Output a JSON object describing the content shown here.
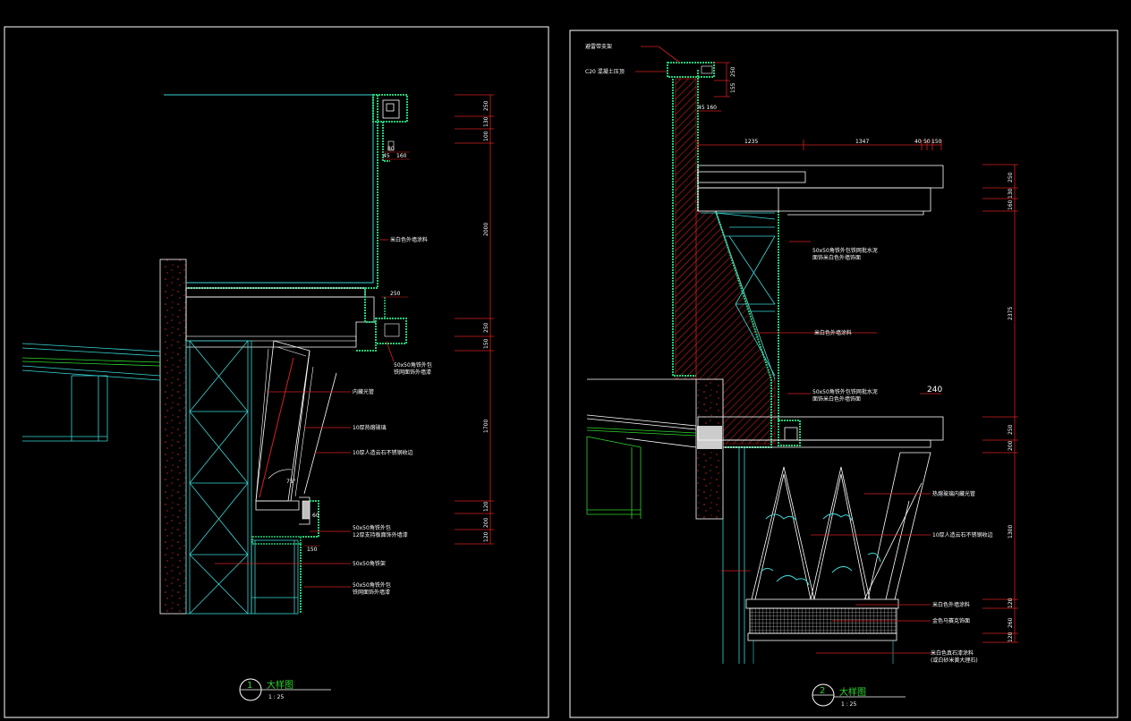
{
  "panel1": {
    "title_num": "1",
    "title": "大样图",
    "scale": "1 : 25",
    "dims_right": [
      "250",
      "130",
      "100",
      "2000",
      "250",
      "150",
      "1700",
      "120",
      "200",
      "120"
    ],
    "dims_top": [
      "80",
      "45",
      "160"
    ],
    "dim_250": "250",
    "dim_75": "75°",
    "dim_60": "60",
    "dim_150": "150",
    "labels": [
      "米白色外墙涂料",
      "50x50角铁外包",
      "铁网面饰外墙漆",
      "内藏光管",
      "10厚热熔玻璃",
      "10厚人造云石不锈钢收边",
      "50x50角铁外包",
      "12厚支持板面饰外墙漆",
      "50x50角铁架",
      "50x50角铁外包",
      "铁网面饰外墙漆"
    ]
  },
  "panel2": {
    "title_num": "2",
    "title": "大样图",
    "scale": "1 : 25",
    "top_labels": [
      "避雷带支架",
      "C20 混凝土压顶"
    ],
    "dims_top": [
      "250",
      "155"
    ],
    "dim_45160": "45 160",
    "dims_horiz": [
      "1235",
      "1347",
      "40",
      "50",
      "150"
    ],
    "dims_right": [
      "250",
      "130",
      "160",
      "2375",
      "250",
      "200",
      "1300",
      "120",
      "260",
      "120"
    ],
    "dim_240": "240",
    "labels": [
      "50x50角铁外包铁网批水泥",
      "面饰米白色外墙饰面",
      "米白色外墙涂料",
      "50x50角铁外包铁网批水泥",
      "面饰米白色外墙饰面",
      "热熔玻璃内藏光管",
      "10厚人造云石不锈钢收边",
      "米白色外墙涂料",
      "金色马赛克饰面",
      "米白色真石漆涂料",
      "(或白砂米黄大理石)"
    ]
  }
}
